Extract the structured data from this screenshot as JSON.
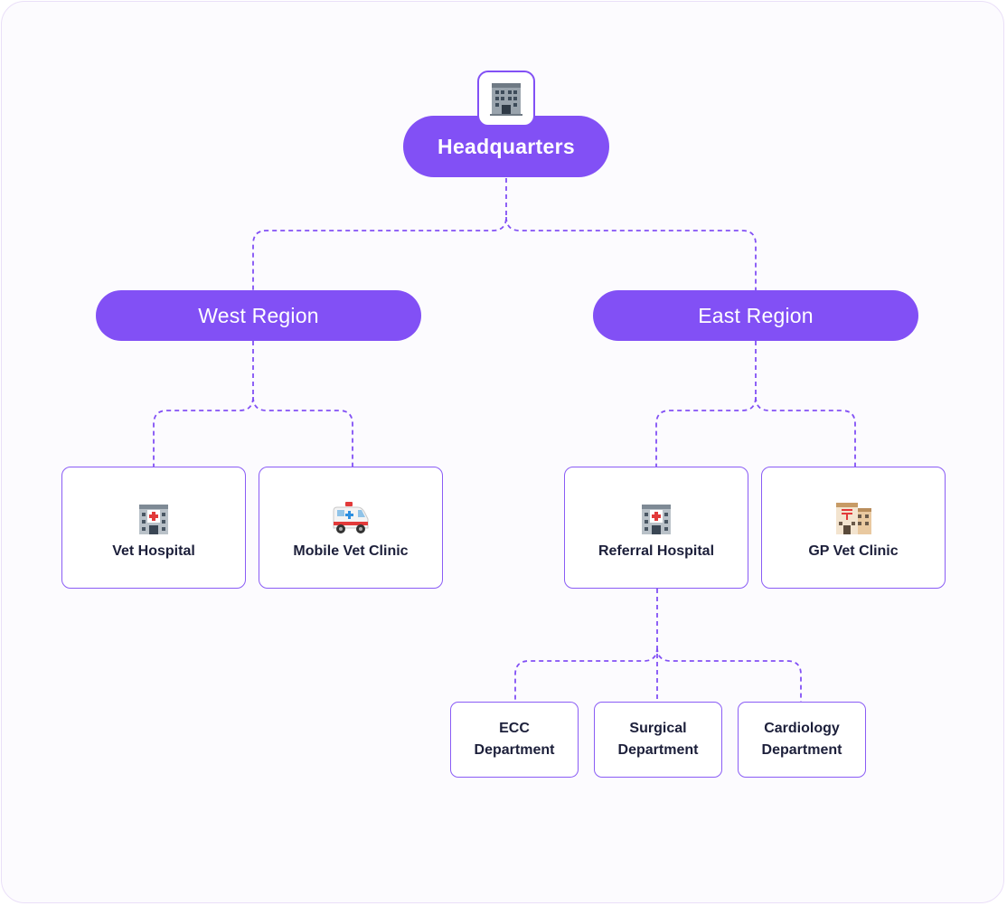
{
  "colors": {
    "accent": "#8250f5",
    "card_border": "#8a5cf5",
    "frame_border": "#eadff8",
    "background": "#fcfbfe",
    "label_text": "#1c1f3a"
  },
  "headquarters": {
    "label": "Headquarters",
    "icon": "office-building-icon"
  },
  "regions": [
    {
      "label": "West Region",
      "units": [
        {
          "label": "Vet Hospital",
          "icon": "hospital-icon"
        },
        {
          "label": "Mobile Vet Clinic",
          "icon": "ambulance-icon"
        }
      ]
    },
    {
      "label": "East Region",
      "units": [
        {
          "label": "Referral Hospital",
          "icon": "hospital-icon"
        },
        {
          "label": "GP Vet Clinic",
          "icon": "post-office-icon"
        }
      ]
    }
  ],
  "departments": [
    {
      "line1": "ECC",
      "line2": "Department"
    },
    {
      "line1": "Surgical",
      "line2": "Department"
    },
    {
      "line1": "Cardiology",
      "line2": "Department"
    }
  ]
}
